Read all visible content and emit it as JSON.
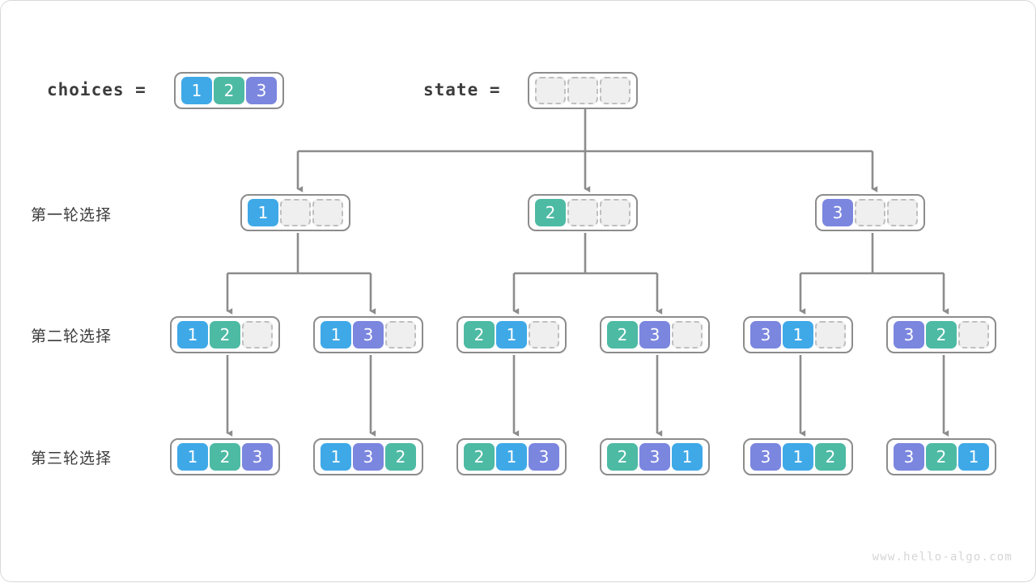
{
  "header": {
    "choices_label": "choices =",
    "state_label": "state ="
  },
  "rows": [
    {
      "label": "第一轮选择"
    },
    {
      "label": "第二轮选择"
    },
    {
      "label": "第三轮选择"
    }
  ],
  "colors": {
    "value_1": "#3FA9E8",
    "value_2": "#4DBAA4",
    "value_3": "#7B86DF",
    "empty_fill": "#EFEFEF",
    "empty_border": "#BFBFBF",
    "array_border": "#8C8C8C",
    "connector": "#8C8C8C",
    "text": "#3C3C3C",
    "watermark": "#D5D5D5"
  },
  "arrays": {
    "choices": {
      "cells": [
        "1",
        "2",
        "3"
      ]
    },
    "state": {
      "cells": [
        "",
        "",
        ""
      ]
    },
    "round1": [
      {
        "cells": [
          "1",
          "",
          ""
        ]
      },
      {
        "cells": [
          "2",
          "",
          ""
        ]
      },
      {
        "cells": [
          "3",
          "",
          ""
        ]
      }
    ],
    "round2": [
      {
        "cells": [
          "1",
          "2",
          ""
        ]
      },
      {
        "cells": [
          "1",
          "3",
          ""
        ]
      },
      {
        "cells": [
          "2",
          "1",
          ""
        ]
      },
      {
        "cells": [
          "2",
          "3",
          ""
        ]
      },
      {
        "cells": [
          "3",
          "1",
          ""
        ]
      },
      {
        "cells": [
          "3",
          "2",
          ""
        ]
      }
    ],
    "round3": [
      {
        "cells": [
          "1",
          "2",
          "3"
        ]
      },
      {
        "cells": [
          "1",
          "3",
          "2"
        ]
      },
      {
        "cells": [
          "2",
          "1",
          "3"
        ]
      },
      {
        "cells": [
          "2",
          "3",
          "1"
        ]
      },
      {
        "cells": [
          "3",
          "1",
          "2"
        ]
      },
      {
        "cells": [
          "3",
          "2",
          "1"
        ]
      }
    ]
  },
  "watermark": "www.hello-algo.com"
}
